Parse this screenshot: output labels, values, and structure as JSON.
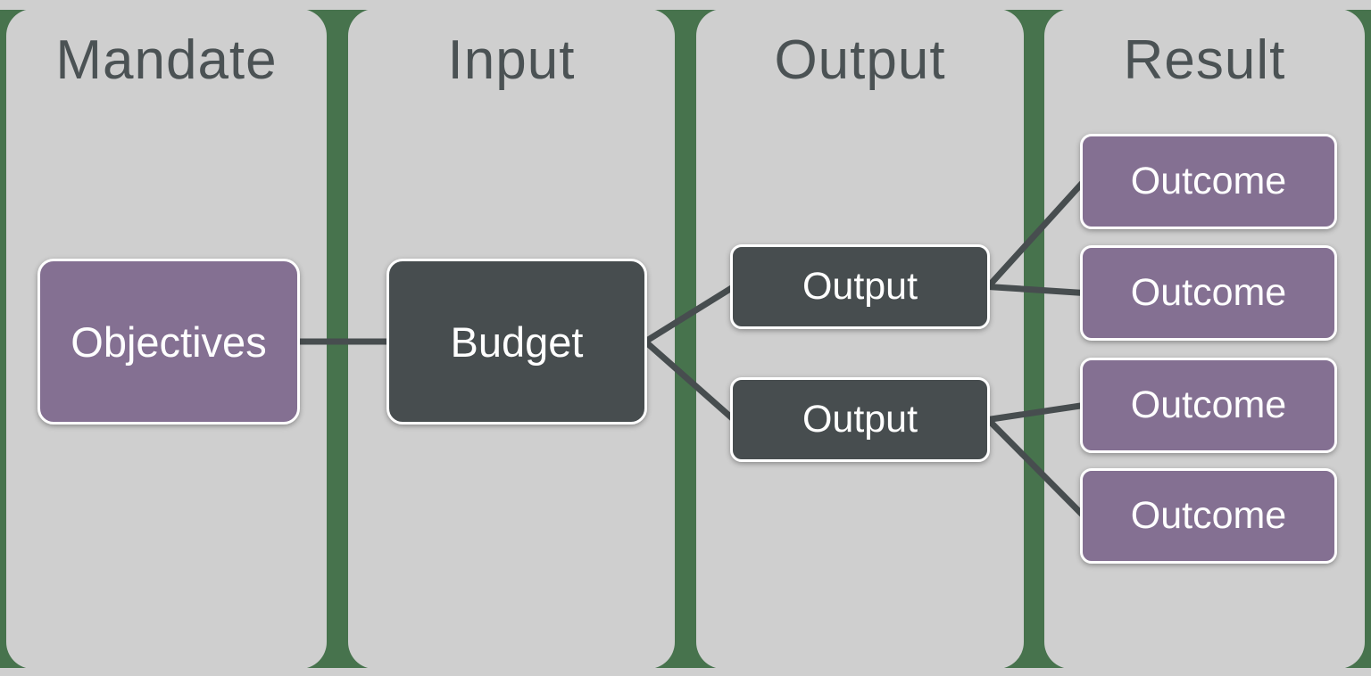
{
  "diagram": {
    "columns": [
      {
        "id": "mandate",
        "title": "Mandate"
      },
      {
        "id": "input",
        "title": "Input"
      },
      {
        "id": "output",
        "title": "Output"
      },
      {
        "id": "result",
        "title": "Result"
      }
    ],
    "nodes": [
      {
        "id": "objectives",
        "label": "Objectives",
        "column": "mandate",
        "style": "purple"
      },
      {
        "id": "budget",
        "label": "Budget",
        "column": "input",
        "style": "dark"
      },
      {
        "id": "output-1",
        "label": "Output",
        "column": "output",
        "style": "dark"
      },
      {
        "id": "output-2",
        "label": "Output",
        "column": "output",
        "style": "dark"
      },
      {
        "id": "outcome-1",
        "label": "Outcome",
        "column": "result",
        "style": "purple"
      },
      {
        "id": "outcome-2",
        "label": "Outcome",
        "column": "result",
        "style": "purple"
      },
      {
        "id": "outcome-3",
        "label": "Outcome",
        "column": "result",
        "style": "purple"
      },
      {
        "id": "outcome-4",
        "label": "Outcome",
        "column": "result",
        "style": "purple"
      }
    ],
    "connections": [
      {
        "from": "objectives",
        "to": "budget"
      },
      {
        "from": "budget",
        "to": "output-1"
      },
      {
        "from": "budget",
        "to": "output-2"
      },
      {
        "from": "output-1",
        "to": "outcome-1"
      },
      {
        "from": "output-1",
        "to": "outcome-2"
      },
      {
        "from": "output-2",
        "to": "outcome-3"
      },
      {
        "from": "output-2",
        "to": "outcome-4"
      }
    ],
    "colors": {
      "background": "#47734d",
      "column_fill": "#cfcfcf",
      "node_dark": "#474d4f",
      "node_purple": "#847092",
      "connector": "#474d4f",
      "title_text": "#4b5254",
      "node_text": "#ffffff"
    },
    "connector_stroke_width": 7
  }
}
